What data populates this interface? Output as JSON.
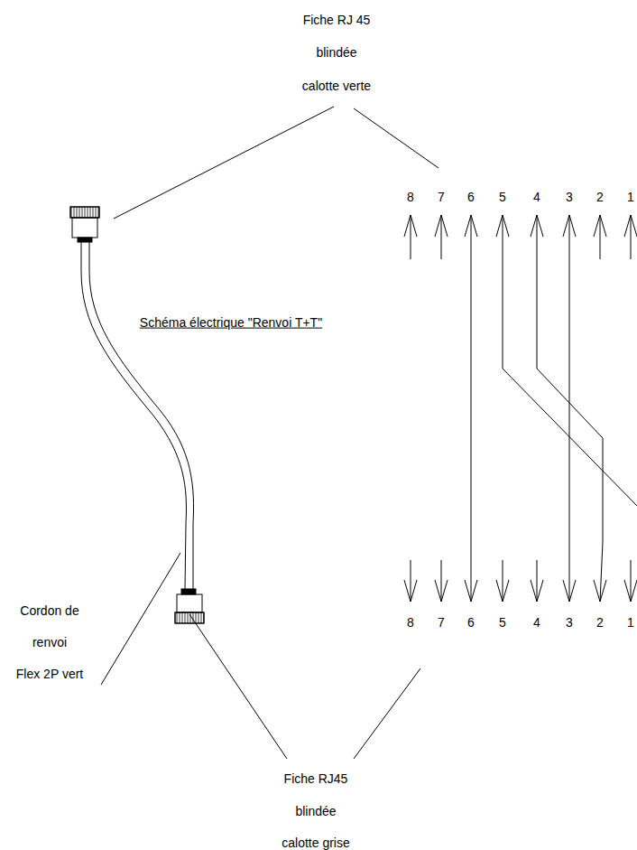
{
  "diagram": {
    "title": "Schéma électrique \"Renvoi T+T\"",
    "labels": [
      "Fiche RJ 45",
      "blindée",
      "calotte verte",
      "8",
      "7",
      "6",
      "5",
      "4",
      "3",
      "2",
      "1",
      "Cordon de",
      "renvoi",
      "Flex 2P vert",
      "8",
      "7",
      "6",
      "5",
      "4",
      "3",
      "2",
      "1",
      "Fiche RJ45",
      "blindée",
      "calotte grise"
    ]
  }
}
